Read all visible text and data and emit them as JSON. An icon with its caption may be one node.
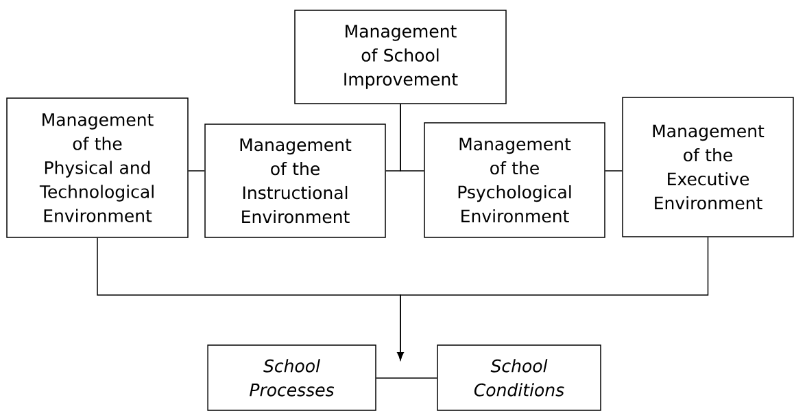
{
  "diagram": {
    "nodes": [
      {
        "text": [
          "Management of School Improvement"
        ]
      },
      {
        "text": [
          "Management of the Physical and Technological Environment"
        ]
      },
      {
        "text": [
          "Management of the Instructional Environment"
        ]
      },
      {
        "text": [
          "Management of the Psychological Environment"
        ]
      },
      {
        "text": [
          "Management of the Executive Environment"
        ]
      },
      {
        "text": [
          "*School Processes*"
        ]
      },
      {
        "text": [
          "*School Conditions*"
        ]
      }
    ],
    "edges": [
      {
        "from": 1,
        "to": 2,
        "arrow": "none"
      },
      {
        "from": 0,
        "to": 2,
        "arrow": "none"
      },
      {
        "from": 0,
        "to": 3,
        "arrow": "none"
      },
      {
        "from": 3,
        "to": 4,
        "arrow": "none"
      },
      {
        "from": 1,
        "to": null,
        "arrow": "to"
      },
      {
        "from": 4,
        "to": null,
        "arrow": "to"
      },
      {
        "from": 5,
        "to": 6,
        "arrow": "none"
      }
    ]
  }
}
